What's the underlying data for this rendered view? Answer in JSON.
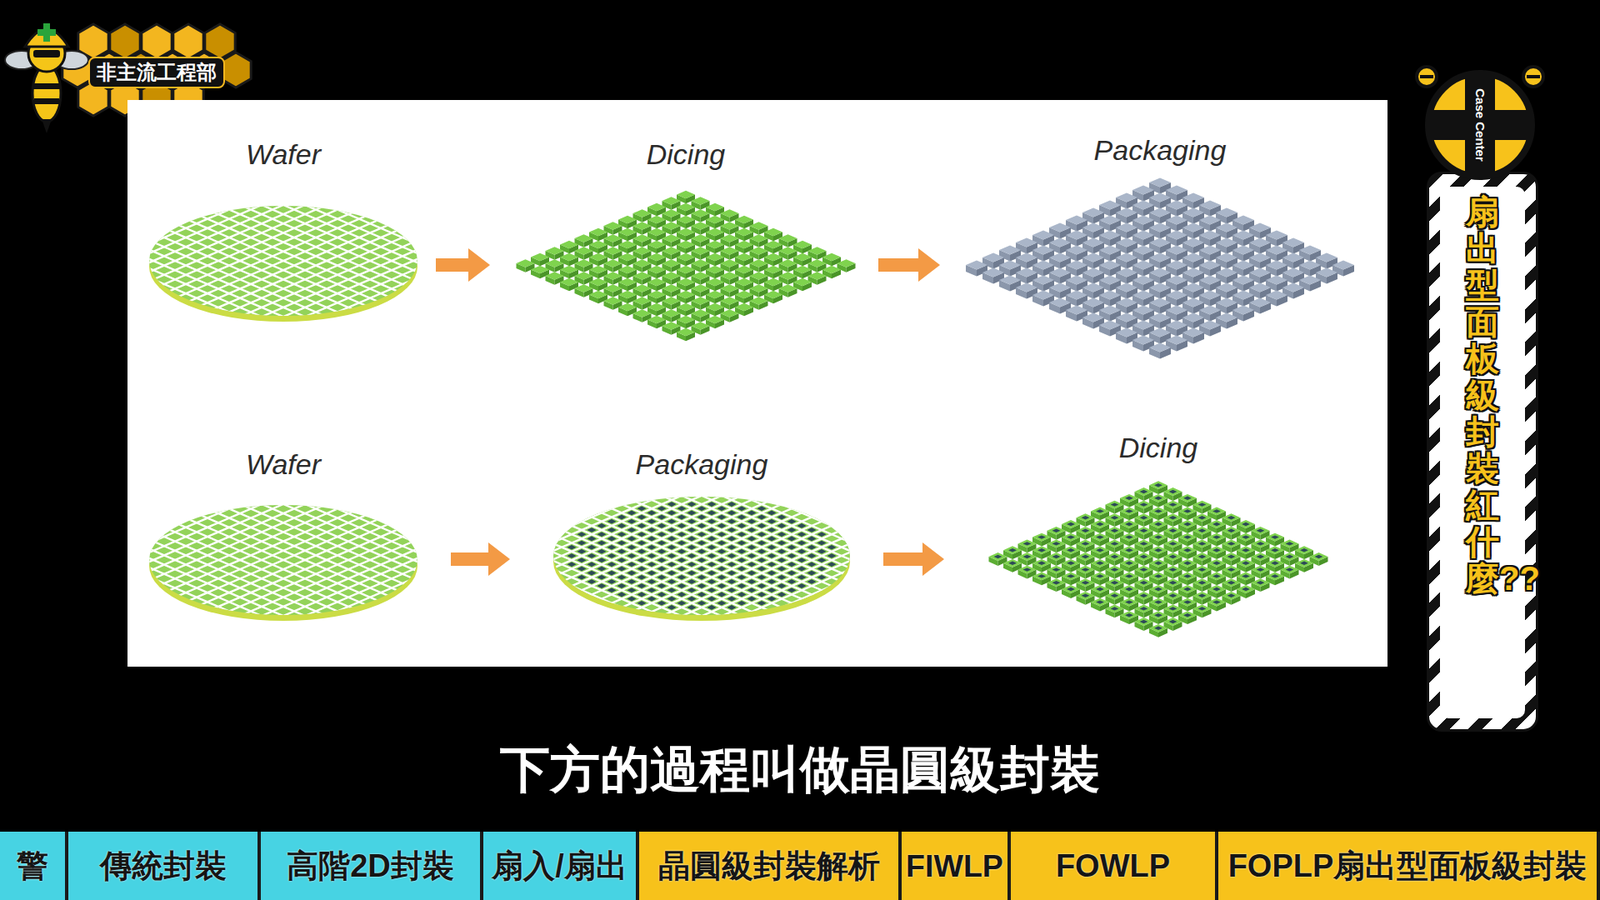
{
  "diagram": {
    "title": "扇出型面板級封裝紅什麼??",
    "caption": "下方的過程叫做晶圓級封裝",
    "nodes": [
      {
        "text": [
          "Wafer"
        ]
      },
      {
        "text": [
          "Dicing"
        ]
      },
      {
        "text": [
          "Packaging"
        ]
      },
      {
        "text": [
          "Wafer"
        ]
      },
      {
        "text": [
          "Packaging"
        ]
      },
      {
        "text": [
          "Dicing"
        ]
      }
    ],
    "edges": [
      {
        "from": 0,
        "to": 1,
        "arrow": "to"
      },
      {
        "from": 1,
        "to": 2,
        "arrow": "to"
      },
      {
        "from": 3,
        "to": 4,
        "arrow": "to"
      },
      {
        "from": 4,
        "to": 5,
        "arrow": "to"
      }
    ],
    "labels": [
      "非主流工程部",
      "Case Center",
      "警",
      "傳統封裝",
      "高階2D封裝",
      "扇入/扇出",
      "晶圓級封裝解析",
      "FIWLP",
      "FOWLP",
      "FOPLP扇出型面板級封裝"
    ]
  }
}
